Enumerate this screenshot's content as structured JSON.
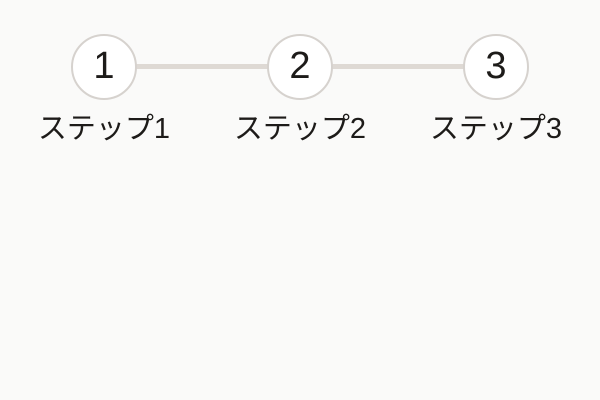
{
  "colors": {
    "bg": "#fafaf9",
    "circle_fill": "#ffffff",
    "circle_border": "#d6d2ce",
    "connector": "#ded9d4",
    "number_text": "#1d1b19",
    "label_text": "#1d1b19"
  },
  "stepper": {
    "steps": [
      {
        "number": "1",
        "label": "ステップ1"
      },
      {
        "number": "2",
        "label": "ステップ2"
      },
      {
        "number": "3",
        "label": "ステップ3"
      }
    ]
  }
}
